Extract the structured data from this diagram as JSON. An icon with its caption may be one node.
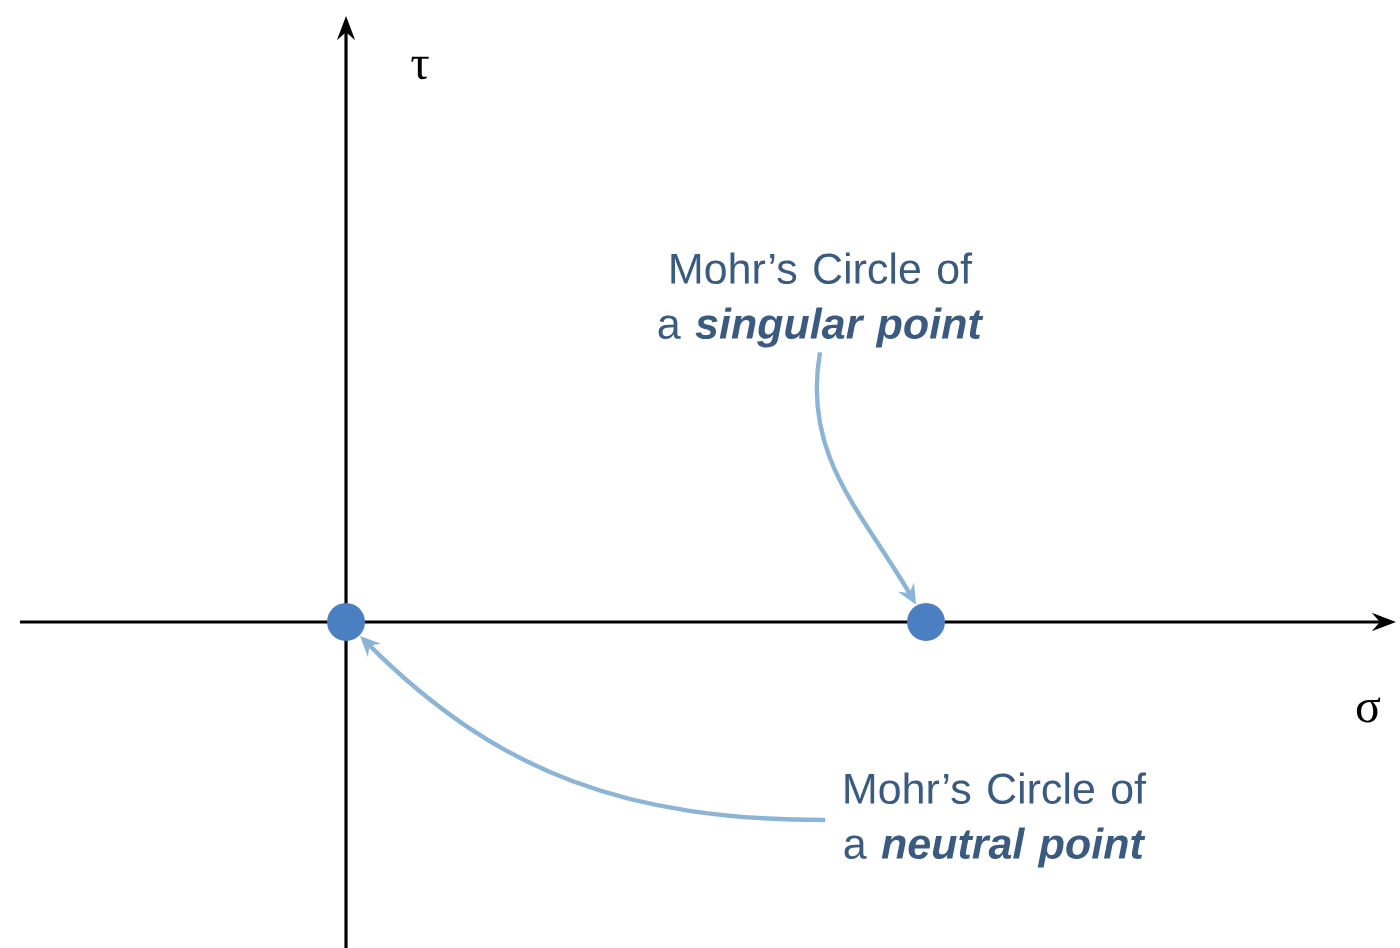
{
  "diagram": {
    "nodes": [
      {
        "text": [
          "Mohr’s Circle of a **singular point**"
        ]
      },
      {
        "text": [],
        "shape": "circle"
      },
      {
        "text": [
          "Mohr’s Circle of a **neutral point**"
        ]
      },
      {
        "text": [],
        "shape": "circle"
      }
    ],
    "edges": [
      {
        "from": 0,
        "to": 3,
        "arrow": "to"
      },
      {
        "from": 2,
        "to": 1,
        "arrow": "to"
      }
    ],
    "labels": [
      "τ",
      "σ"
    ]
  }
}
